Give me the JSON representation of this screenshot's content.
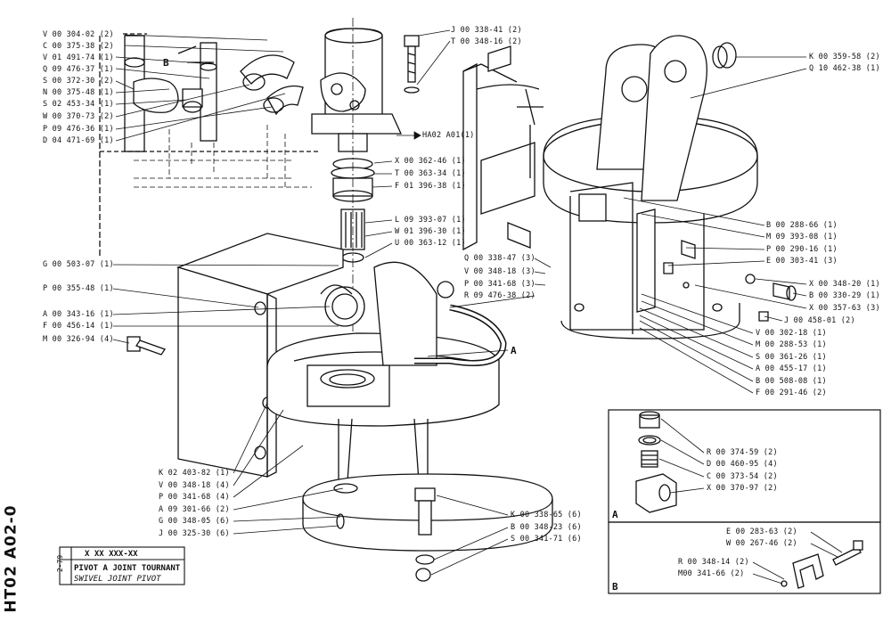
{
  "drawing_code": "HT02 A02-0",
  "title_block": {
    "reference": "X XX XXX-XX",
    "date": "2-79",
    "title_fr": "PIVOT A JOINT TOURNANT",
    "title_en": "SWIVEL JOINT PIVOT"
  },
  "top_left_parts": [
    "V 00 304-02 (2)",
    "C 00 375-38 (2)",
    "V 01 491-74 (1)",
    "Q 09 476-37 (1)",
    "S 00 372-30 (2)",
    "N 00 375-48 (1)",
    "S 02 453-34 (1)",
    "W 00 370-73 (2)",
    "P 09 476-36 (1)",
    "D 04 471-69 (1)"
  ],
  "top_center_parts": [
    "J 00 338-41 (2)",
    "T 00 348-16 (2)"
  ],
  "ref_ha02": "HA02  A01(1)",
  "stack_parts": [
    "X 00 362-46 (1)",
    "T 00 363-34 (1)",
    "F 01 396-38 (1)",
    "L 09 393-07 (1)",
    "W 01 396-30 (1)",
    "U 00 363-12 (1)"
  ],
  "left_parts": [
    "G 00 503-07 (1)",
    "P 00 355-48 (1)",
    "A 00 343-16 (1)",
    "F 00 456-14 (1)",
    "M 00 326-94 (4)"
  ],
  "frame_parts": [
    "Q 00 338-47 (3)",
    "V 00 348-18 (3)",
    "P 00 341-68 (3)",
    "R 09 476-38 (2)"
  ],
  "top_right_parts": [
    "K 00 359-58 (2)",
    "Q 10 462-38 (1)"
  ],
  "right_parts": [
    "B 00 288-66 (1)",
    "M 09 393-08 (1)",
    "P 00 290-16 (1)",
    "E 00 303-41 (3)",
    "X 00 348-20 (1)",
    "B 00 330-29 (1)",
    "X 00 357-63 (3)",
    "J 00 458-01 (2)",
    "V 00 302-18 (1)",
    "M 00 288-53 (1)",
    "S 00 361-26 (1)",
    "A 00 455-17 (1)",
    "B 00 508-08 (1)",
    "F 00 291-46 (2)"
  ],
  "bottom_left_parts": [
    "K 02 403-82 (1)",
    "V 00 348-18 (4)",
    "P 00 341-68 (4)",
    "A 09 301-66 (2)",
    "G 00 348-05 (6)",
    "J 00 325-30 (6)"
  ],
  "bottom_center_parts": [
    "K 00 338-65 (6)",
    "B 00 348-23 (6)",
    "S 00 341-71 (6)"
  ],
  "detail_a_parts": [
    "R 00 374-59 (2)",
    "D 00 460-95 (4)",
    "C 00 373-54 (2)",
    "X 00 370-97 (2)"
  ],
  "detail_b_parts": [
    "E 00 283-63 (2)",
    "W 00 267-46 (2)",
    "R 00 348-14 (2)",
    "M00 341-66 (2)"
  ],
  "letters": {
    "a": "A",
    "b": "B"
  }
}
